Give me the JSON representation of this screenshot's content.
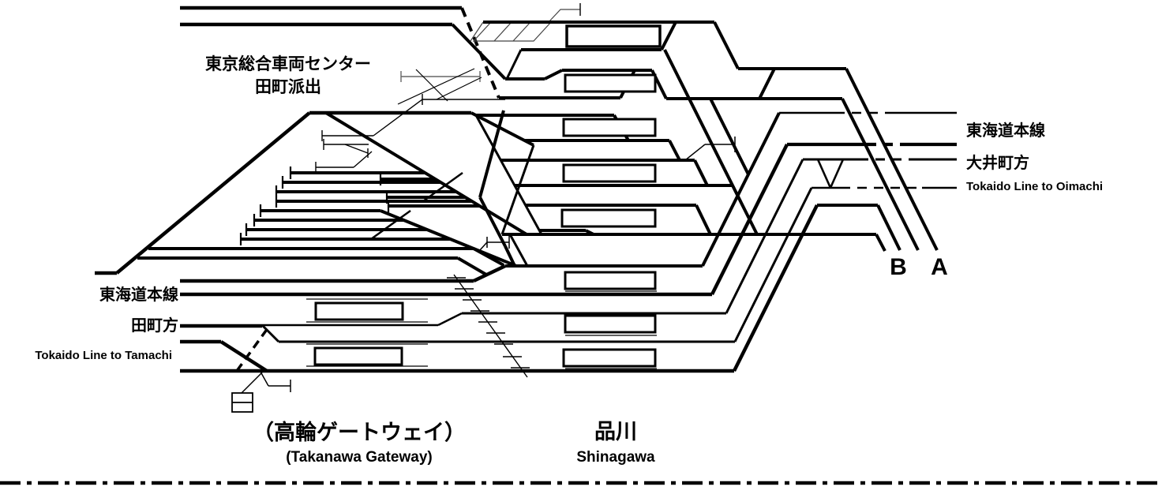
{
  "depot": {
    "name_line1": "東京総合車両センター",
    "name_line2": "田町派出"
  },
  "exits": {
    "right": {
      "line": "東海道本線",
      "direction": "大井町方",
      "english": "Tokaido Line to Oimachi",
      "connection_a": "A",
      "connection_b": "B"
    },
    "left": {
      "line": "東海道本線",
      "direction": "田町方",
      "english": "Tokaido Line to Tamachi"
    }
  },
  "stations": {
    "takanawa_gateway": {
      "ja": "（高輪ゲートウェイ）",
      "en": "(Takanawa Gateway)"
    },
    "shinagawa": {
      "ja": "品川",
      "en": "Shinagawa"
    }
  },
  "colors": {
    "track": "#000000",
    "background": "#ffffff",
    "secondary": "#555555"
  }
}
